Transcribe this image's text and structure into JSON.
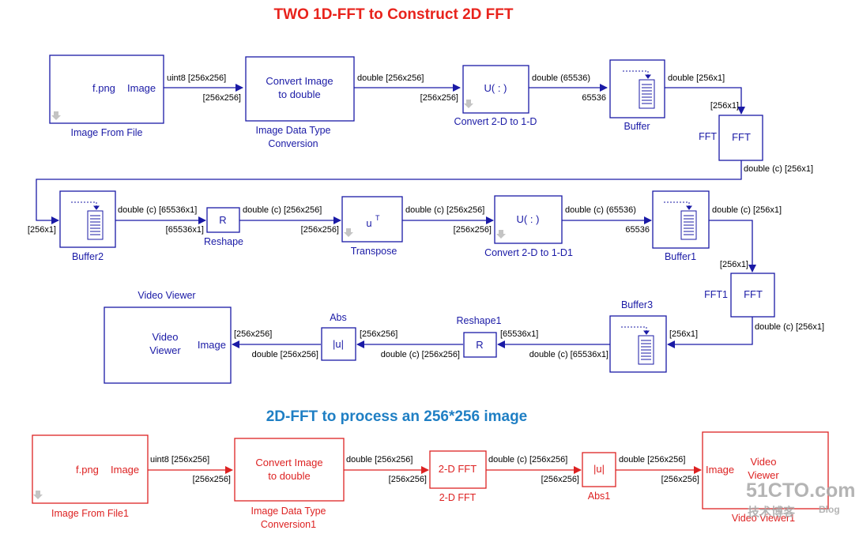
{
  "colors": {
    "blue": "#1a1aa6",
    "red": "#dd2222",
    "title_red": "#e8231c",
    "title_blue": "#1f7fc4",
    "watermark": "#a8a8a8"
  },
  "top_section": {
    "title": "TWO 1D-FFT to Construct 2D FFT",
    "blocks": {
      "image_from_file": {
        "label1": "f.png",
        "label2": "Image",
        "caption": "Image From File"
      },
      "convert": {
        "line1": "Convert Image",
        "line2": "to double",
        "caption1": "Image Data Type",
        "caption2": "Conversion"
      },
      "reshape_u": {
        "label": "U( : )",
        "caption": "Convert 2-D to 1-D"
      },
      "buffer": {
        "caption": "Buffer"
      },
      "fft": {
        "label": "FFT",
        "caption": "FFT"
      },
      "buffer2": {
        "caption": "Buffer2"
      },
      "reshape": {
        "label": "R",
        "caption": "Reshape"
      },
      "transpose": {
        "label": "u",
        "sup": "T",
        "caption": "Transpose"
      },
      "reshape_u1": {
        "label": "U( : )",
        "caption": "Convert 2-D to 1-D1"
      },
      "buffer1": {
        "caption": "Buffer1"
      },
      "fft1": {
        "label": "FFT",
        "caption": "FFT1"
      },
      "buffer3": {
        "caption": "Buffer3"
      },
      "reshape1": {
        "label": "R",
        "caption": "Reshape1"
      },
      "abs": {
        "label": "|u|",
        "caption": "Abs"
      },
      "video_viewer": {
        "line1": "Video",
        "line2": "Viewer",
        "port": "Image",
        "caption": "Video Viewer"
      }
    },
    "signals": {
      "s1_out": "uint8 [256x256]",
      "s1_in": "[256x256]",
      "s2_out": "double [256x256]",
      "s2_in": "[256x256]",
      "s3_out": "double (65536)",
      "s3_in": "65536",
      "s4_out": "double [256x1]",
      "s4_in": "[256x1]",
      "s5_out": "double (c) [256x1]",
      "s5_in": "[256x1]",
      "s6_out": "double (c) [65536x1]",
      "s6_in": "[65536x1]",
      "s7_out": "double (c) [256x256]",
      "s7_in": "[256x256]",
      "s8_out": "double (c) [256x256]",
      "s8_in": "[256x256]",
      "s9_out": "double (c) (65536)",
      "s9_in": "65536",
      "s10_out": "double (c) [256x1]",
      "s10_in": "[256x1]",
      "s11_out": "double (c) [256x1]",
      "s11_in": "[256x1]",
      "s12_out": "double (c) [65536x1]",
      "s12_in": "[65536x1]",
      "s13_out": "double (c) [256x256]",
      "s13_in": "[256x256]",
      "s14_out": "double [256x256]",
      "s14_in": "[256x256]"
    }
  },
  "bottom_section": {
    "title": "2D-FFT to process an 256*256 image",
    "blocks": {
      "image_from_file1": {
        "label1": "f.png",
        "label2": "Image",
        "caption": "Image From File1"
      },
      "convert1": {
        "line1": "Convert Image",
        "line2": "to double",
        "caption1": "Image Data Type",
        "caption2": "Conversion1"
      },
      "fft2d": {
        "label": "2-D FFT",
        "caption": "2-D FFT"
      },
      "abs1": {
        "label": "|u|",
        "caption": "Abs1"
      },
      "video_viewer1": {
        "line1": "Video",
        "line2": "Viewer",
        "port": "Image",
        "caption": "Video Viewer1"
      }
    },
    "signals": {
      "b1_out": "uint8 [256x256]",
      "b1_in": "[256x256]",
      "b2_out": "double [256x256]",
      "b2_in": "[256x256]",
      "b3_out": "double (c) [256x256]",
      "b3_in": "[256x256]",
      "b4_out": "double [256x256]",
      "b4_in": "[256x256]"
    }
  },
  "watermark": {
    "brand": "51CTO.com",
    "sub": "技术博客",
    "blog": "Blog"
  }
}
